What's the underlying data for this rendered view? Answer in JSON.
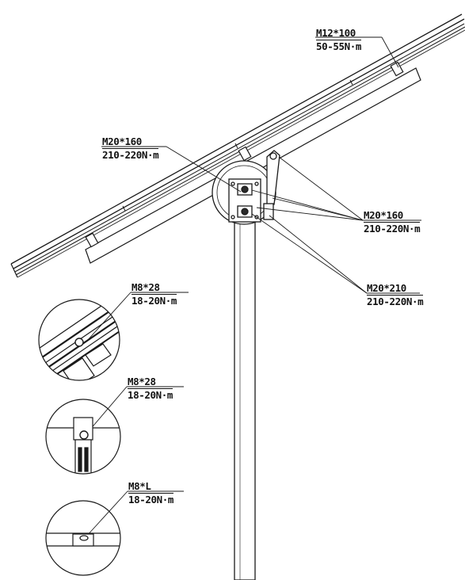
{
  "callouts": {
    "bolt_m12": {
      "spec": "M12*100",
      "torque": "50-55N·m"
    },
    "bolt_m20_top": {
      "spec": "M20*160",
      "torque": "210-220N·m"
    },
    "bolt_m20_right": {
      "spec": "M20*160",
      "torque": "210-220N·m"
    },
    "bolt_m20_210": {
      "spec": "M20*210",
      "torque": "210-220N·m"
    },
    "detail_1": {
      "spec": "M8*28",
      "torque": "18-20N·m"
    },
    "detail_2": {
      "spec": "M8*28",
      "torque": "18-20N·m"
    },
    "detail_3": {
      "spec": "M8*L",
      "torque": "18-20N·m"
    }
  },
  "colors": {
    "line": "#1a1a1a",
    "fill": "#ffffff",
    "shade": "#2a2a2a"
  }
}
